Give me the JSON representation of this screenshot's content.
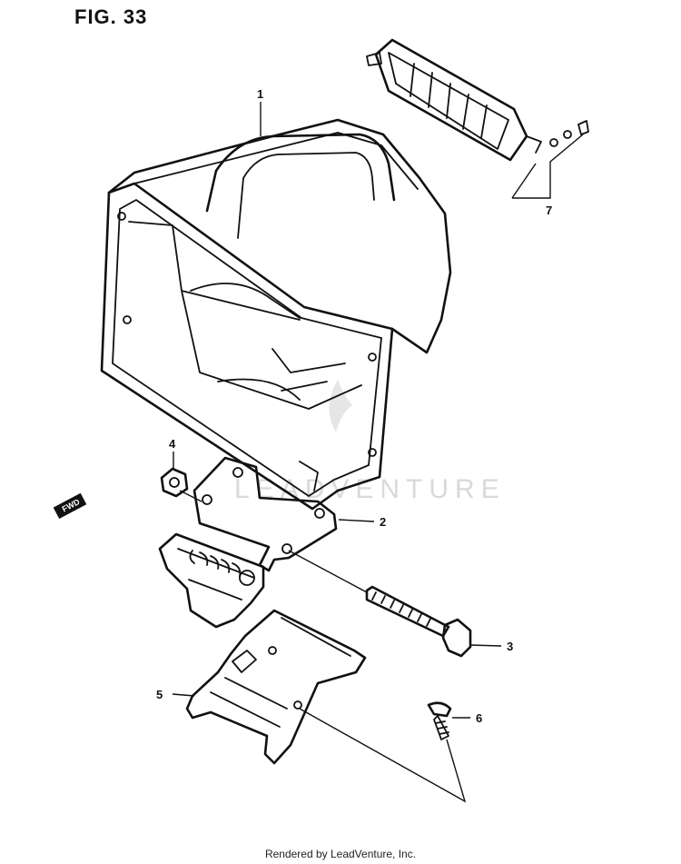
{
  "figure": {
    "title": "FIG. 33"
  },
  "watermark": {
    "text": "LEADVENTURE",
    "color": "#d9d9d9"
  },
  "direction_marker": {
    "text": "FWD"
  },
  "callouts": [
    {
      "id": "1",
      "label": "1"
    },
    {
      "id": "2",
      "label": "2"
    },
    {
      "id": "3",
      "label": "3"
    },
    {
      "id": "4",
      "label": "4"
    },
    {
      "id": "5",
      "label": "5"
    },
    {
      "id": "6",
      "label": "6"
    },
    {
      "id": "7",
      "label": "7"
    }
  ],
  "footer": {
    "text": "Rendered by LeadVenture, Inc."
  }
}
